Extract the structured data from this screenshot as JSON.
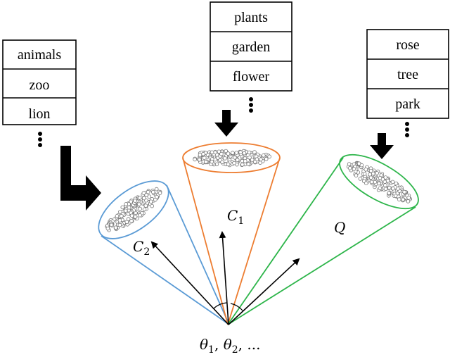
{
  "lists": {
    "left": {
      "items": [
        "animals",
        "zoo",
        "lion"
      ]
    },
    "middle": {
      "items": [
        "plants",
        "garden",
        "flower"
      ]
    },
    "right": {
      "items": [
        "rose",
        "tree",
        "park"
      ]
    }
  },
  "labels": {
    "c2": {
      "base": "C",
      "sub": "2"
    },
    "c1": {
      "base": "C",
      "sub": "1"
    },
    "q": "Q",
    "theta": {
      "t1": "θ",
      "s1": "1",
      "sep": ", ",
      "t2": "θ",
      "s2": "2",
      "tail": ", ..."
    }
  },
  "colors": {
    "cone_left": "#5b9bd5",
    "cone_middle": "#ed7d31",
    "cone_right": "#2db54a",
    "dot_fill": "#ffffff",
    "dot_stroke": "#777777",
    "ink": "#000000"
  }
}
